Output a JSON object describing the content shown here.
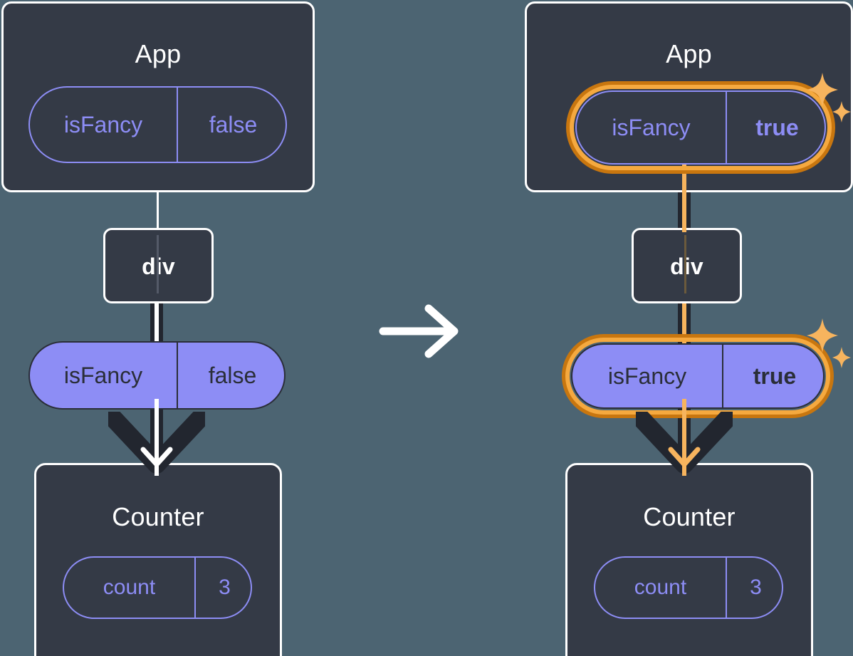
{
  "diagram": {
    "title": "React state propagation: App isFancy false to true",
    "background_color": "#4c6472",
    "transition_icon": "arrow-right-icon",
    "panels": [
      {
        "id": "before",
        "nodes": {
          "app": {
            "label": "App",
            "state_pill": {
              "key": "isFancy",
              "value": "false",
              "style": "outline",
              "highlighted": false
            }
          },
          "div": {
            "label": "div"
          },
          "props_pill": {
            "key": "isFancy",
            "value": "false",
            "style": "filled",
            "highlighted": false
          },
          "counter": {
            "label": "Counter",
            "state_pill": {
              "key": "count",
              "value": "3",
              "style": "outline",
              "highlighted": false
            }
          }
        }
      },
      {
        "id": "after",
        "nodes": {
          "app": {
            "label": "App",
            "state_pill": {
              "key": "isFancy",
              "value": "true",
              "style": "outline",
              "highlighted": true
            }
          },
          "div": {
            "label": "div"
          },
          "props_pill": {
            "key": "isFancy",
            "value": "true",
            "style": "filled",
            "highlighted": true
          },
          "counter": {
            "label": "Counter",
            "state_pill": {
              "key": "count",
              "value": "3",
              "style": "outline",
              "highlighted": false
            }
          }
        }
      }
    ],
    "colors": {
      "background": "#4c6472",
      "box_fill": "#343a46",
      "box_border": "#ffffff",
      "pill_purple": "#8d8df5",
      "pill_text_dark": "#2a2e38",
      "highlight_outer": "#c8760f",
      "highlight_inner": "#f5a93f",
      "sparkle": "#f7b45e",
      "line_dark": "#22262f",
      "line_light": "#ffffff",
      "line_accent": "#f7b45e"
    },
    "sparkle_icon": "sparkles-icon"
  }
}
